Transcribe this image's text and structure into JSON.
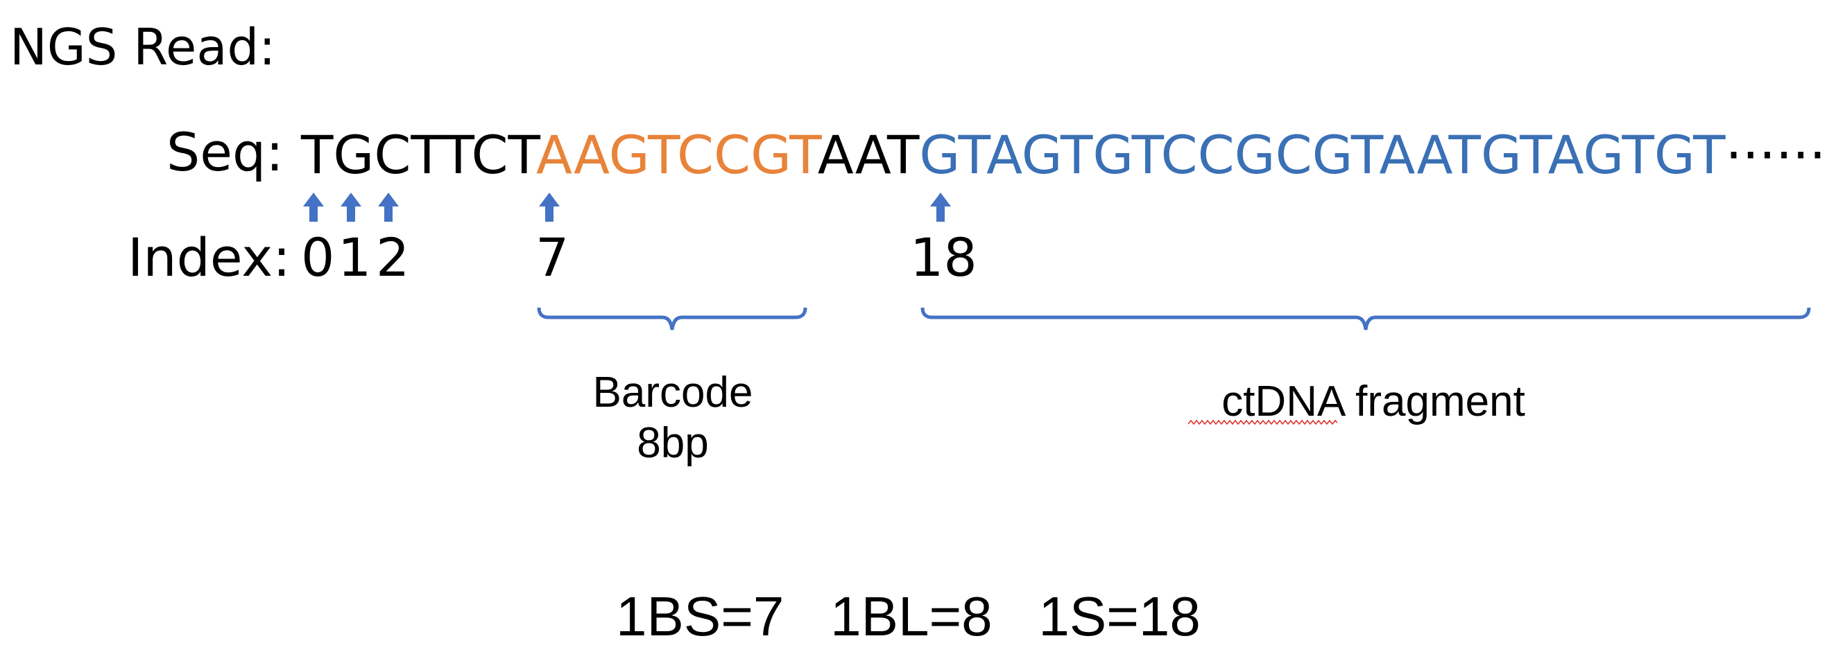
{
  "title": "NGS Read:",
  "seq_label": "Seq:",
  "index_label": "Index:",
  "sequence": {
    "prefix": "TGCTTCT",
    "barcode": "AAGTCCGT",
    "middle": "AAT",
    "fragment": "GTAGTGTCCGCGTAATGTAGTGT",
    "trailing": "······"
  },
  "indices": [
    "0",
    "1",
    "2",
    "7",
    "18"
  ],
  "barcode_label": {
    "line1": "Barcode",
    "line2": "8bp"
  },
  "fragment_label": "ctDNA fragment",
  "parameters": {
    "bs": "1BS=7",
    "bl": "1BL=8",
    "s": "1S=18"
  },
  "colors": {
    "barcode": "#e8833a",
    "fragment": "#3a70b5",
    "arrow": "#4472c4",
    "brace": "#4472c4",
    "spellcheck": "#e0302a"
  }
}
